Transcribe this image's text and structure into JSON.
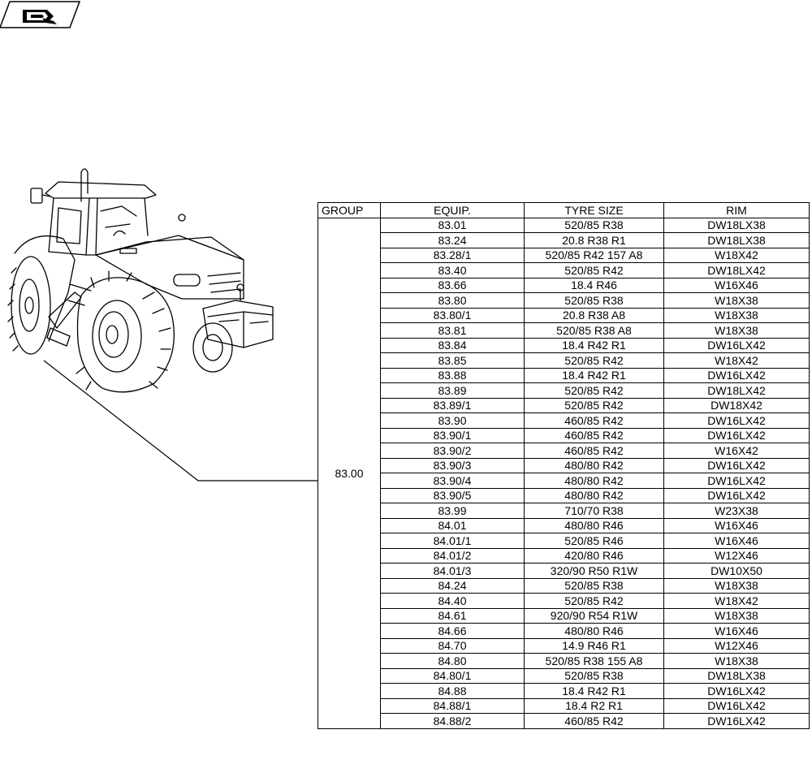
{
  "header": {
    "icon": "book-arrow-icon"
  },
  "illustration": {
    "icon": "tractor-illustration"
  },
  "table": {
    "columns": [
      "GROUP",
      "EQUIP.",
      "TYRE SIZE",
      "RIM"
    ],
    "group": "83.00",
    "rows": [
      [
        "83.01",
        "520/85 R38",
        "DW18LX38"
      ],
      [
        "83.24",
        "20.8 R38 R1",
        "DW18LX38"
      ],
      [
        "83.28/1",
        "520/85 R42 157 A8",
        "W18X42"
      ],
      [
        "83.40",
        "520/85 R42",
        "DW18LX42"
      ],
      [
        "83.66",
        "18.4 R46",
        "W16X46"
      ],
      [
        "83.80",
        "520/85 R38",
        "W18X38"
      ],
      [
        "83.80/1",
        "20.8 R38 A8",
        "W18X38"
      ],
      [
        "83.81",
        "520/85 R38 A8",
        "W18X38"
      ],
      [
        "83.84",
        "18.4 R42 R1",
        "DW16LX42"
      ],
      [
        "83.85",
        "520/85 R42",
        "W18X42"
      ],
      [
        "83.88",
        "18.4 R42 R1",
        "DW16LX42"
      ],
      [
        "83.89",
        "520/85 R42",
        "DW18LX42"
      ],
      [
        "83.89/1",
        "520/85 R42",
        "DW18X42"
      ],
      [
        "83.90",
        "460/85 R42",
        "DW16LX42"
      ],
      [
        "83.90/1",
        "460/85 R42",
        "DW16LX42"
      ],
      [
        "83.90/2",
        "460/85 R42",
        "W16X42"
      ],
      [
        "83.90/3",
        "480/80 R42",
        "DW16LX42"
      ],
      [
        "83.90/4",
        "480/80 R42",
        "DW16LX42"
      ],
      [
        "83.90/5",
        "480/80 R42",
        "DW16LX42"
      ],
      [
        "83.99",
        "710/70 R38",
        "W23X38"
      ],
      [
        "84.01",
        "480/80 R46",
        "W16X46"
      ],
      [
        "84.01/1",
        "520/85 R46",
        "W16X46"
      ],
      [
        "84.01/2",
        "420/80 R46",
        "W12X46"
      ],
      [
        "84.01/3",
        "320/90 R50 R1W",
        "DW10X50"
      ],
      [
        "84.24",
        "520/85 R38",
        "W18X38"
      ],
      [
        "84.40",
        "520/85 R42",
        "W18X42"
      ],
      [
        "84.61",
        "920/90 R54 R1W",
        "W18X38"
      ],
      [
        "84.66",
        "480/80 R46",
        "W16X46"
      ],
      [
        "84.70",
        "14.9 R46 R1",
        "W12X46"
      ],
      [
        "84.80",
        "520/85 R38 155 A8",
        "W18X38"
      ],
      [
        "84.80/1",
        "520/85 R38",
        "DW18LX38"
      ],
      [
        "84.88",
        "18.4 R42 R1",
        "DW16LX42"
      ],
      [
        "84.88/1",
        "18.4 R2 R1",
        "DW16LX42"
      ],
      [
        "84.88/2",
        "460/85 R42",
        "DW16LX42"
      ]
    ]
  }
}
